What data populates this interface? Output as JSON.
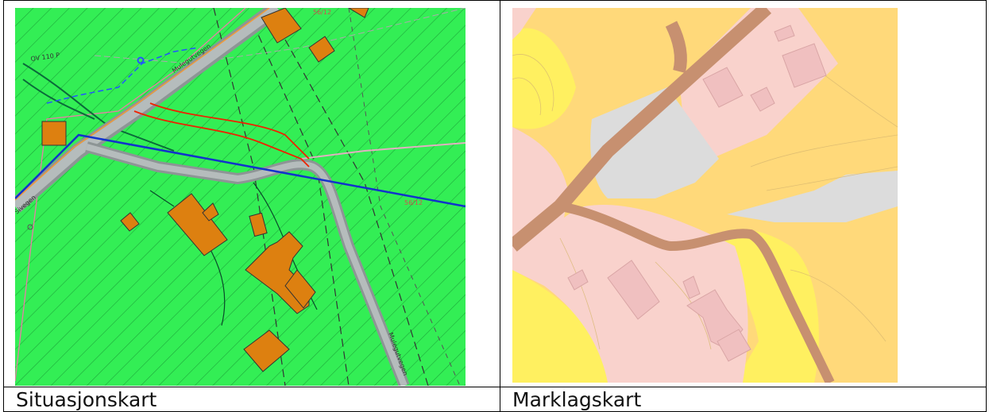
{
  "left_panel": {
    "caption": "Situasjonskart",
    "map_labels": {
      "road_name_top": "Mulegutvegen",
      "road_name_left": "Sivegen",
      "powerline": "OV 110 P",
      "parcel_top": "56/12",
      "parcel_right": "56/12",
      "road_name_bottom": "Mulegutvegen"
    },
    "colors": {
      "ground": "#33ee55",
      "buildings": "#dd8010",
      "road": "#9aa0a0"
    }
  },
  "right_panel": {
    "caption": "Marklagskart",
    "colors": {
      "base": "#ffd97a",
      "developed": "#f9d2cc",
      "barren": "#dcdcdc",
      "road": "#c79070",
      "shallow": "#fff060"
    }
  }
}
